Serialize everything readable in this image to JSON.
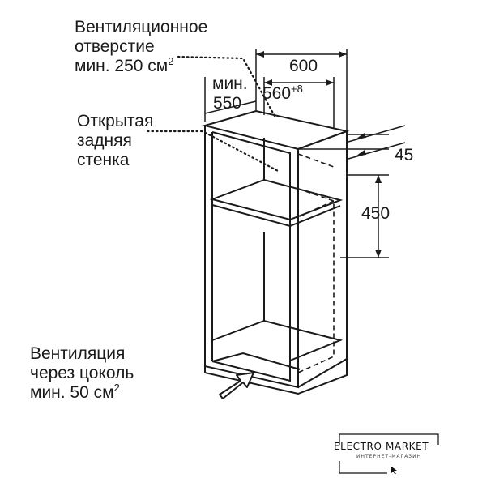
{
  "labels": {
    "vent_hole_line1": "Вентиляционное",
    "vent_hole_line2": "отверстие",
    "vent_hole_line3": "мин. 250 см",
    "vent_hole_sup": "2",
    "open_back_line1": "Открытая",
    "open_back_line2": "задняя",
    "open_back_line3": "стенка",
    "plinth_line1": "Вентиляция",
    "plinth_line2": "через цоколь",
    "plinth_line3": "мин. 50 см",
    "plinth_sup": "2"
  },
  "dimensions": {
    "width_outer": "600",
    "width_inner": "560",
    "width_inner_tol": "+8",
    "depth_prefix": "мин.",
    "depth": "550",
    "side_offset": "45",
    "niche_height": "450"
  },
  "brand": {
    "name": "ELECTRO MARKET",
    "tagline": "ИНТЕРНЕТ-МАГАЗИН"
  }
}
